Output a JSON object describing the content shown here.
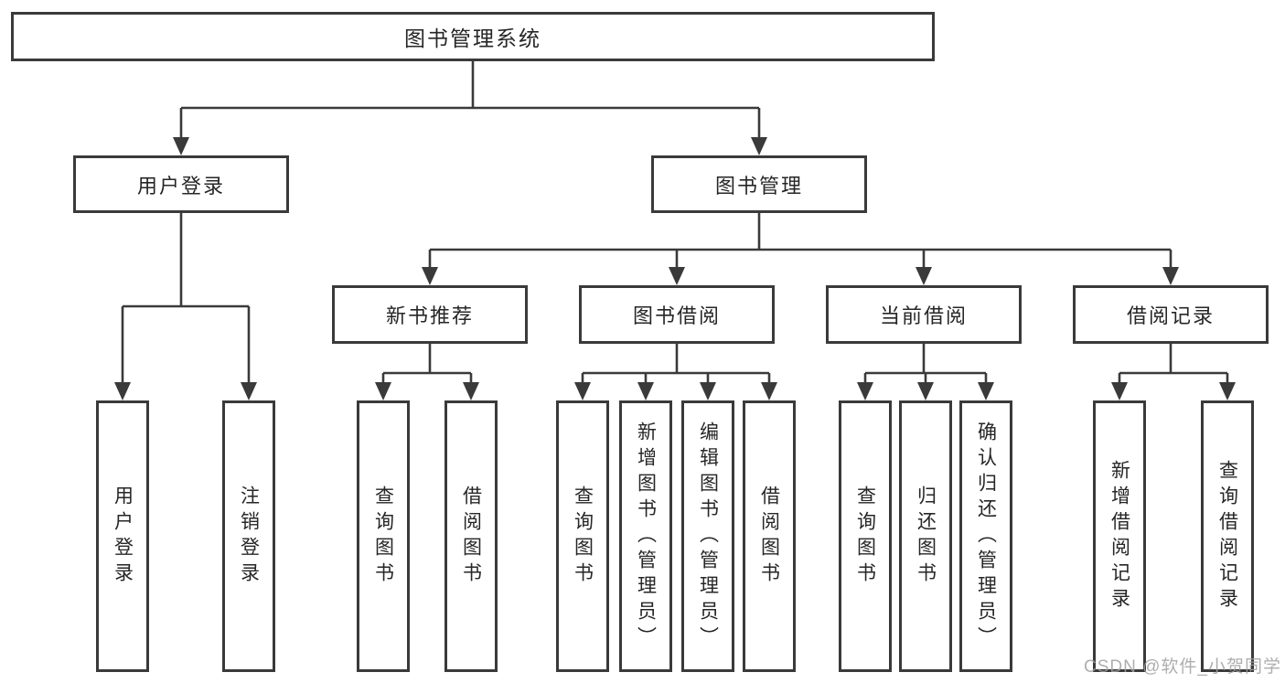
{
  "diagram": {
    "root": {
      "label": "图书管理系统"
    },
    "branches": [
      {
        "label": "用户登录",
        "children": [
          {
            "label": "用户登录"
          },
          {
            "label": "注销登录"
          }
        ]
      },
      {
        "label": "图书管理",
        "children": [
          {
            "label": "新书推荐",
            "children": [
              {
                "label": "查询图书"
              },
              {
                "label": "借阅图书"
              }
            ]
          },
          {
            "label": "图书借阅",
            "children": [
              {
                "label": "查询图书"
              },
              {
                "label": "新增图书（管理员）"
              },
              {
                "label": "编辑图书（管理员）"
              },
              {
                "label": "借阅图书"
              }
            ]
          },
          {
            "label": "当前借阅",
            "children": [
              {
                "label": "查询图书"
              },
              {
                "label": "归还图书"
              },
              {
                "label": "确认归还（管理员）"
              }
            ]
          },
          {
            "label": "借阅记录",
            "children": [
              {
                "label": "新增借阅记录"
              },
              {
                "label": "查询借阅记录"
              }
            ]
          }
        ]
      }
    ]
  },
  "watermark": {
    "text": "CSDN @软件_小贺同学"
  },
  "colors": {
    "line": "#3a3a3a",
    "text": "#262626",
    "watermark": "#a0a0a0"
  }
}
